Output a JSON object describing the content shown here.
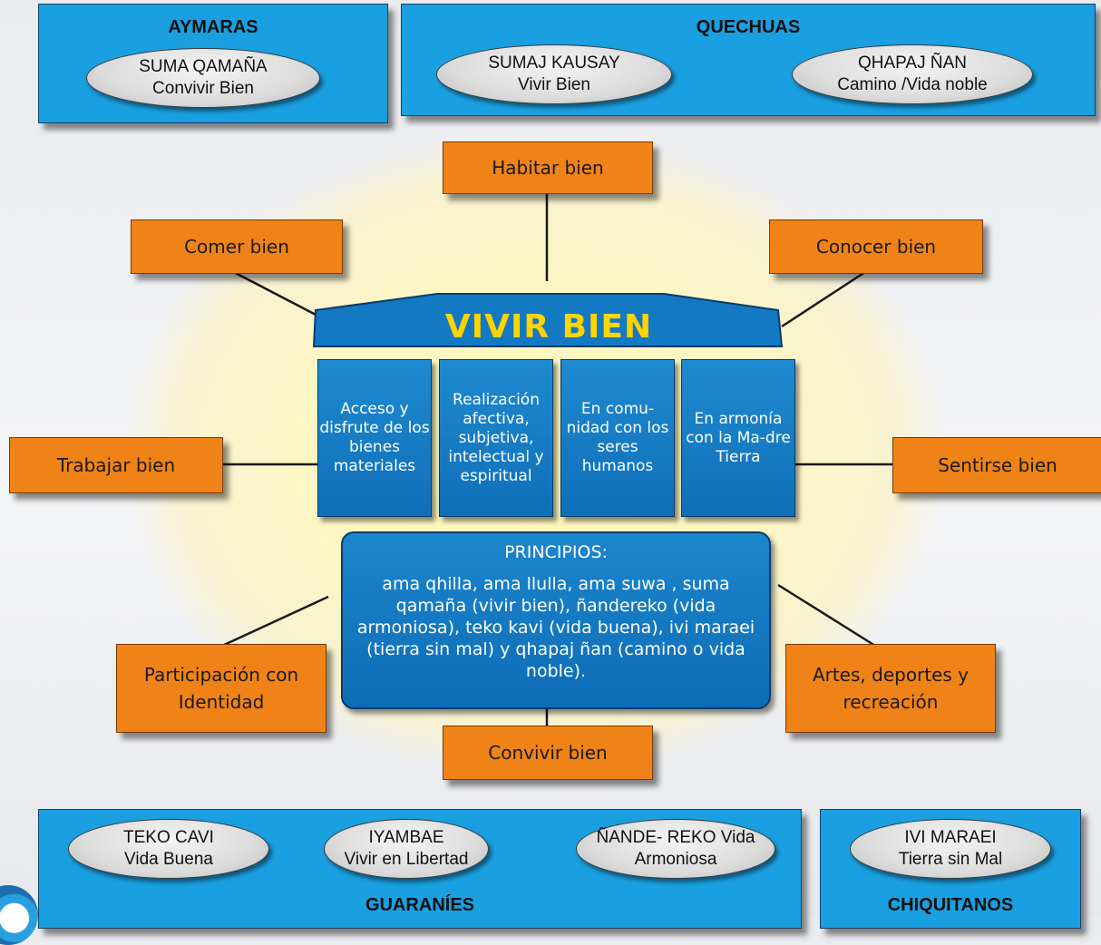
{
  "colors": {
    "group_box": "#1a9fe0",
    "orange_box": "#f08317",
    "pillar": "#1379c2",
    "title_yellow": "#ffd400"
  },
  "groups": {
    "aymaras": {
      "title": "AYMARAS",
      "ovals": [
        {
          "line1": "SUMA QAMAÑA",
          "line2": "Convivir Bien"
        }
      ]
    },
    "quechuas": {
      "title": "QUECHUAS",
      "ovals": [
        {
          "line1": "SUMAJ KAUSAY",
          "line2": "Vivir Bien"
        },
        {
          "line1": "QHAPAJ  ÑAN",
          "line2": "Camino /Vida noble"
        }
      ]
    },
    "guaranies": {
      "title": "GUARANÍES",
      "ovals": [
        {
          "line1": "TEKO CAVI",
          "line2": "Vida Buena"
        },
        {
          "line1": "IYAMBAE",
          "line2": "Vivir en Libertad"
        },
        {
          "line1": "ÑANDE- REKO Vida",
          "line2": "Armoniosa"
        }
      ]
    },
    "chiquitanos": {
      "title": "CHIQUITANOS",
      "ovals": [
        {
          "line1": "IVI MARAEI",
          "line2": "Tierra sin Mal"
        }
      ]
    }
  },
  "center": {
    "title": "VIVIR BIEN",
    "pillars": [
      "Acceso y disfrute de los bienes materiales",
      "Realización afectiva, subjetiva, intelectual y espiritual",
      "En comu-nidad con los seres humanos",
      "En armonía con la Ma-dre Tierra"
    ],
    "principios_heading": "PRINCIPIOS:",
    "principios_text": "ama qhilla, ama llulla, ama suwa , suma qamaña (vivir bien), ñandereko (vida armoniosa), teko kavi (vida buena), ivi maraei (tierra sin mal) y qhapaj ñan (camino o vida noble)."
  },
  "nodes": {
    "habitar": "Habitar bien",
    "comer": "Comer bien",
    "conocer": "Conocer bien",
    "trabajar": "Trabajar bien",
    "sentirse": "Sentirse bien",
    "participacion": {
      "line1": "Participación con",
      "line2": "Identidad"
    },
    "artes": {
      "line1": "Artes, deportes y",
      "line2": "recreación"
    },
    "convivir": "Convivir bien"
  }
}
